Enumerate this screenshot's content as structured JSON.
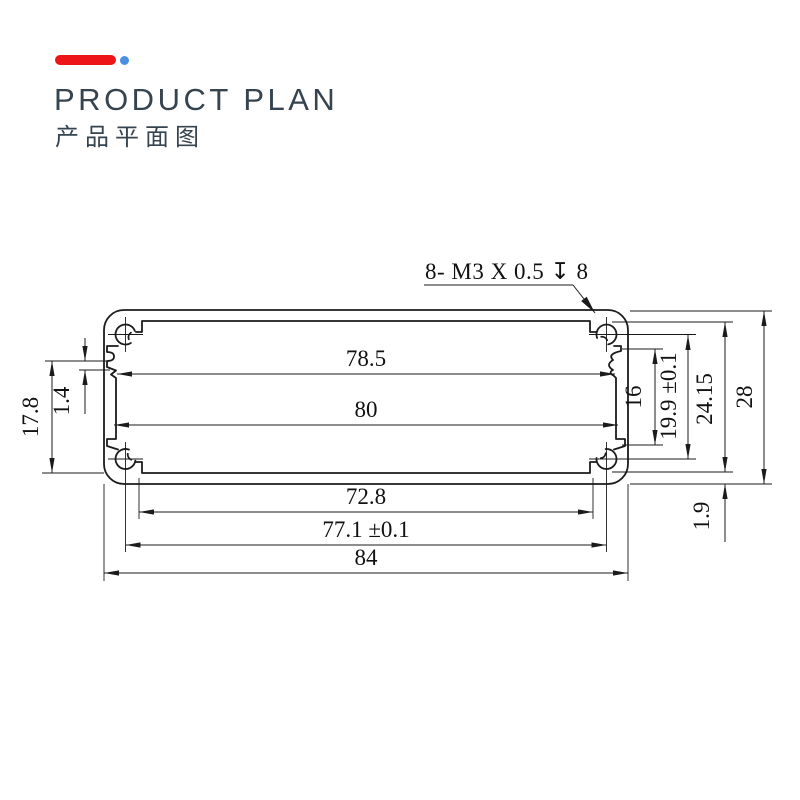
{
  "header": {
    "title": "PRODUCT PLAN",
    "subtitle": "产品平面图",
    "accent_red": "#ee1518",
    "accent_blue": "#4a90e2",
    "title_color": "#35444f"
  },
  "drawing": {
    "type": "extrusion-profile-cross-section",
    "line_color": "#1b1b1b",
    "annotation": {
      "thread_callout": "8- M3 X 0.5 ↧ 8",
      "depth_symbol": "↧"
    },
    "dims": {
      "inner_top_width": "78.5",
      "inner_width": "80",
      "bottom_groove_width": "72.8",
      "hole_spacing": "77.1 ±0.1",
      "overall_width": "84",
      "side_inner_height": "17.8",
      "lip_thickness": "1.4",
      "slot_height": "16",
      "hole_row_spacing": "19.9 ±0.1",
      "inner_height": "24.15",
      "overall_height": "28",
      "bottom_wall": "1.9"
    }
  }
}
